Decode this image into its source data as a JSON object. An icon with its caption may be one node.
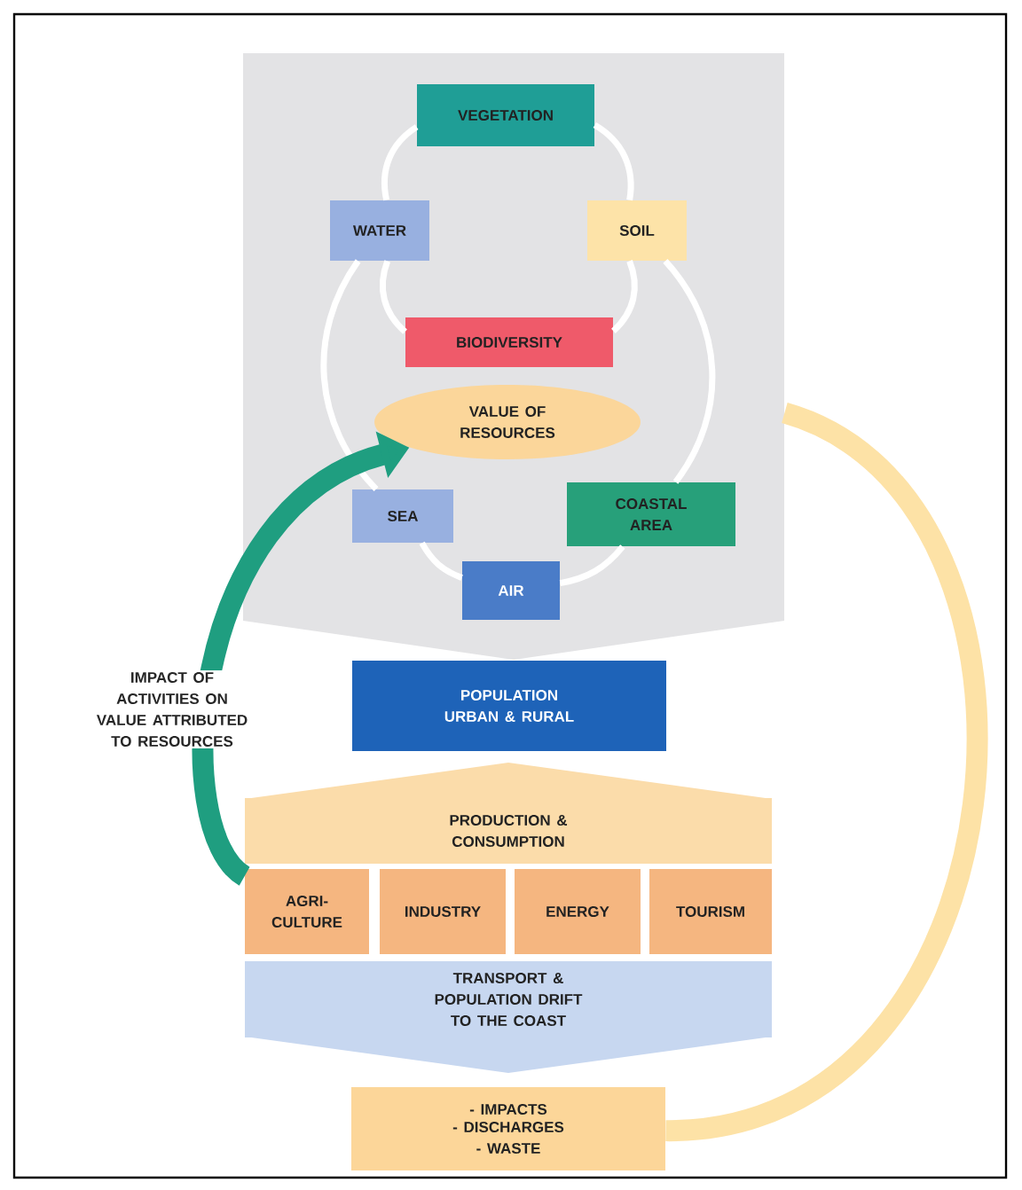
{
  "diagram": {
    "nodes": [
      {
        "text": [],
        "shape": "box"
      },
      {
        "text": [
          "VEGETATION"
        ],
        "in": 0
      },
      {
        "text": [
          "WATER"
        ],
        "in": 0
      },
      {
        "text": [
          "SOIL"
        ],
        "in": 0
      },
      {
        "text": [
          "BIODIVERSITY"
        ],
        "in": 0
      },
      {
        "text": [
          "VALUE OF RESOURCES"
        ],
        "in": 0
      },
      {
        "text": [
          "SEA"
        ],
        "in": 0
      },
      {
        "text": [
          "COASTAL AREA"
        ],
        "in": 0
      },
      {
        "text": [
          "AIR"
        ],
        "in": 0
      },
      {
        "text": [
          "POPULATION URBAN & RURAL"
        ]
      },
      {
        "text": [
          "PRODUCTION & CONSUMPTION"
        ]
      },
      {
        "text": [
          "AGRI- CULTURE"
        ]
      },
      {
        "text": [
          "INDUSTRY"
        ]
      },
      {
        "text": [
          "ENERGY"
        ]
      },
      {
        "text": [
          "TOURISM"
        ]
      },
      {
        "text": [
          "TRANSPORT & POPULATION DRIFT TO THE COAST"
        ]
      },
      {
        "text": [
          "- IMPACTS",
          "- DISCHARGES",
          "- WASTE"
        ]
      }
    ],
    "edges": [
      {
        "from": 1,
        "to": 2,
        "arrow": "none"
      },
      {
        "from": 1,
        "to": 3,
        "arrow": "none"
      },
      {
        "from": 2,
        "to": 4,
        "arrow": "none"
      },
      {
        "from": 3,
        "to": 4,
        "arrow": "none"
      },
      {
        "from": 2,
        "to": 6,
        "arrow": "none"
      },
      {
        "from": 6,
        "to": 8,
        "arrow": "none"
      },
      {
        "from": 8,
        "to": 7,
        "arrow": "none"
      },
      {
        "from": 3,
        "to": 7,
        "arrow": "none"
      },
      {
        "from": 11,
        "to": 5,
        "arrow": "to",
        "label": "IMPACT OF ACTIVITIES ON VALUE ATTRIBUTED TO RESOURCES",
        "style": "thick",
        "color": "#1f9e80"
      },
      {
        "from": 16,
        "to": 0,
        "arrow": "none",
        "style": "thick",
        "color": "#fde2a6"
      }
    ]
  }
}
